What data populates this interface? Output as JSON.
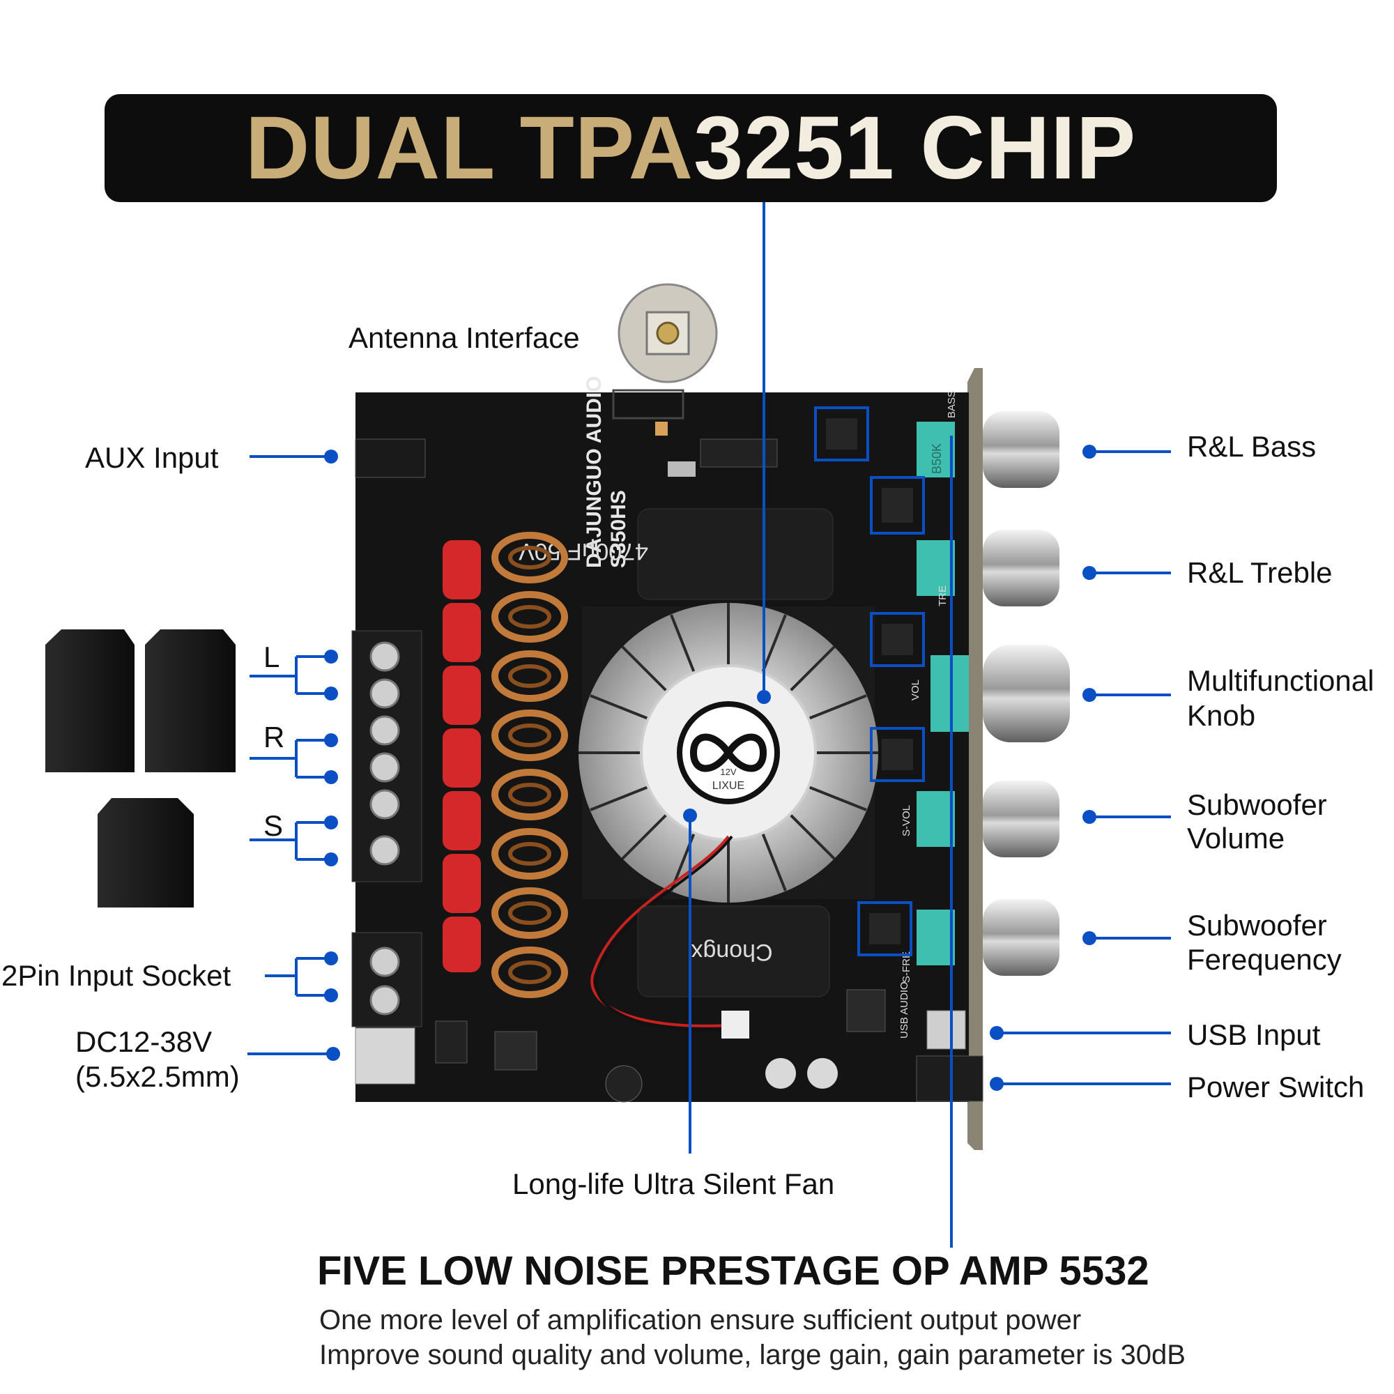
{
  "banner": {
    "title_part1": "DUAL TPA",
    "title_part2": "3251 CHIP"
  },
  "labels": {
    "antenna": "Antenna Interface",
    "aux": "AUX Input",
    "l": "L",
    "r": "R",
    "s": "S",
    "pin_socket": "2Pin Input Socket",
    "dc_line1": "DC12-38V",
    "dc_line2": "(5.5x2.5mm)",
    "fan": "Long-life Ultra Silent Fan",
    "bass": "R&L Bass",
    "treble": "R&L Treble",
    "multi_line1": "Multifunctional",
    "multi_line2": "Knob",
    "sub_vol_line1": "Subwoofer",
    "sub_vol_line2": "Volume",
    "sub_freq_line1": "Subwoofer",
    "sub_freq_line2": "Ferequency",
    "usb": "USB Input",
    "power": "Power Switch"
  },
  "footer": {
    "heading": "FIVE LOW NOISE PRESTAGE OP AMP 5532",
    "line1": "One more level of amplification ensure sufficient output power",
    "line2": "Improve sound quality and volume, large gain, gain parameter is 30dB"
  },
  "board": {
    "brand": "DAJUNGUO AUDIO",
    "model": "S350HS",
    "cap_top": "4700μF 50V",
    "cap_bottom": "Chongx",
    "fan_label": "LIXUE",
    "fan_voltage": "12V",
    "knob_labels": [
      "BASS",
      "TRE",
      "VOL",
      "S-VOL",
      "S-FRE"
    ],
    "pot_marking": "B50K",
    "usb_label": "USB AUDIO"
  },
  "colors": {
    "accent_line": "#0b4fc4",
    "banner_bg": "#0d0d0d",
    "banner_gold": "#c9ad78",
    "banner_cream": "#f3ede0",
    "pcb": "#141414",
    "copper": "#c27a3a",
    "capacitor_red": "#d4282a",
    "pot_teal": "#3fbfb0"
  }
}
